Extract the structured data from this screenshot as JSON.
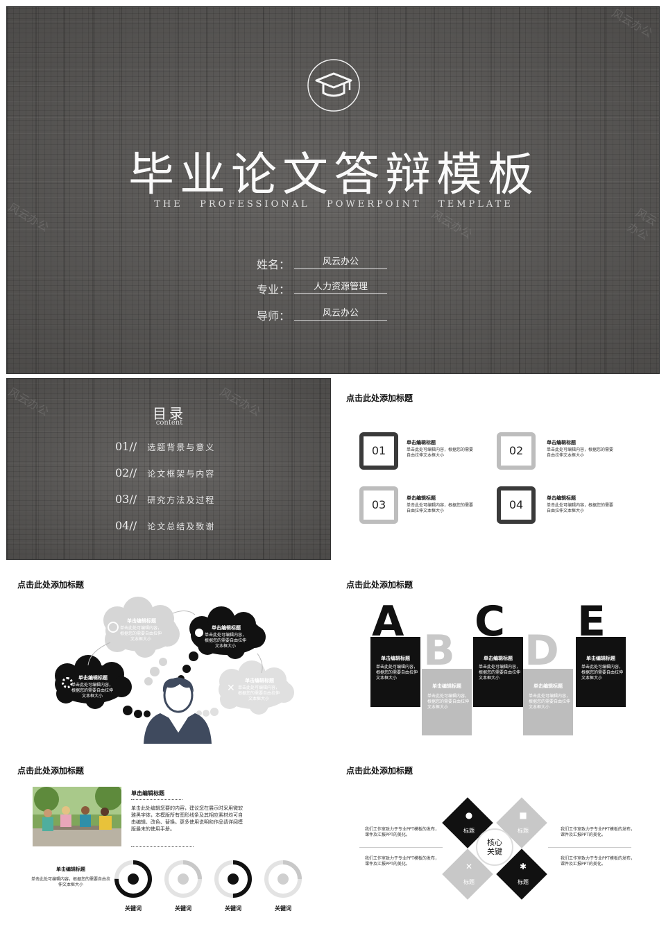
{
  "watermark": "风云办公",
  "slide1": {
    "title": "毕业论文答辩模板",
    "subtitle": "THE   PROFESSIONAL   POWERPOINT   TEMPLATE",
    "fields": [
      {
        "label": "姓名：",
        "value": "风云办公"
      },
      {
        "label": "专业：",
        "value": "人力资源管理"
      },
      {
        "label": "导师：",
        "value": "风云办公"
      }
    ]
  },
  "slide2": {
    "title": "目录",
    "subtitle": "content",
    "items": [
      {
        "num": "01//",
        "text": "选题背景与意义"
      },
      {
        "num": "02//",
        "text": "论文框架与内容"
      },
      {
        "num": "03//",
        "text": "研究方法及过程"
      },
      {
        "num": "04//",
        "text": "论文总结及致谢"
      }
    ]
  },
  "slide3": {
    "heading": "点击此处添加标题",
    "items": [
      {
        "num": "01",
        "title": "单击编辑标题",
        "desc": "单击此处可编辑内容，根据您的需要自由拉伸文本框大小"
      },
      {
        "num": "02",
        "title": "单击编辑标题",
        "desc": "单击此处可编辑内容，根据您的需要自由拉伸文本框大小"
      },
      {
        "num": "03",
        "title": "单击编辑标题",
        "desc": "单击此处可编辑内容，根据您的需要自由拉伸文本框大小"
      },
      {
        "num": "04",
        "title": "单击编辑标题",
        "desc": "单击此处可编辑内容，根据您的需要自由拉伸文本框大小"
      }
    ]
  },
  "slide4": {
    "heading": "点击此处添加标题",
    "clouds": [
      {
        "title": "单击编辑标题",
        "desc": "单击此处可编辑内容，根据您的需要自由拉伸文本框大小"
      },
      {
        "title": "单击编辑标题",
        "desc": "单击此处可编辑内容，根据您的需要自由拉伸文本框大小"
      },
      {
        "title": "单击编辑标题",
        "desc": "单击此处可编辑内容，根据您的需要自由拉伸文本框大小"
      },
      {
        "title": "单击编辑标题",
        "desc": "单击此处可编辑内容，根据您的需要自由拉伸文本框大小"
      }
    ]
  },
  "slide5": {
    "heading": "点击此处添加标题",
    "blocks": [
      {
        "letter": "A",
        "title": "单击编辑标题",
        "desc": "单击此处可编辑内容，根据您的需要自由拉伸文本框大小"
      },
      {
        "letter": "B",
        "title": "单击编辑标题",
        "desc": "单击此处可编辑内容，根据您的需要自由拉伸文本框大小"
      },
      {
        "letter": "C",
        "title": "单击编辑标题",
        "desc": "单击此处可编辑内容，根据您的需要自由拉伸文本框大小"
      },
      {
        "letter": "D",
        "title": "单击编辑标题",
        "desc": "单击此处可编辑内容，根据您的需要自由拉伸文本框大小"
      },
      {
        "letter": "E",
        "title": "单击编辑标题",
        "desc": "单击此处可编辑内容，根据您的需要自由拉伸文本框大小"
      }
    ]
  },
  "slide6": {
    "heading": "点击此处添加标题",
    "main_title": "单击编辑标题",
    "main_desc": "单击此处编辑您要的内容，建议您在展示时采用微软雅黑字体，本模版所有图形线条及其相应素材均可自由编辑、改色、替换。更多使用说明和作品请详阅模版最末的使用手册。",
    "side_title": "单击编辑标题",
    "side_desc": "单击此处可编辑内容，根据您的需要自由拉伸文本框大小",
    "rings": [
      {
        "label": "关键词",
        "pct": 0.75
      },
      {
        "label": "关键词",
        "pct": 0.25
      },
      {
        "label": "关键词",
        "pct": 0.5
      },
      {
        "label": "关键词",
        "pct": 0.25
      }
    ]
  },
  "slide7": {
    "heading": "点击此处添加标题",
    "center": "核心\n关键",
    "diamond_label": "标题",
    "side_texts": [
      "我们工作室致力于专业PPT模板的发布，课件及汇报PPT的美化。",
      "我们工作室致力于专业PPT模板的发布，课件及汇报PPT的美化。",
      "我们工作室致力于专业PPT模板的发布，课件及汇报PPT的美化。",
      "我们工作室致力于专业PPT模板的发布，课件及汇报PPT的美化。"
    ]
  }
}
